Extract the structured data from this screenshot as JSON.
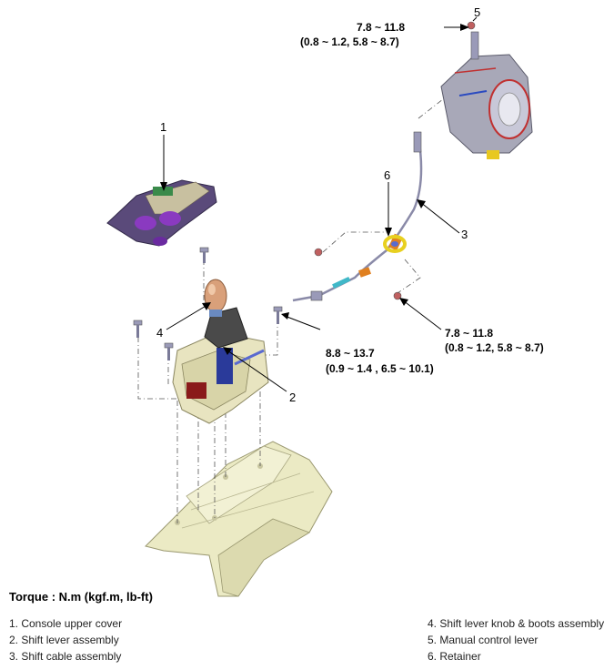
{
  "callouts": {
    "c1": "1",
    "c2": "2",
    "c3": "3",
    "c4": "4",
    "c5": "5",
    "c6": "6"
  },
  "torques": {
    "top": {
      "line1": "7.8 ~ 11.8",
      "line2": "(0.8 ~ 1.2, 5.8 ~ 8.7)"
    },
    "middle": {
      "line1": "8.8 ~ 13.7",
      "line2": "(0.9 ~ 1.4 , 6.5 ~ 10.1)"
    },
    "right": {
      "line1": "7.8 ~ 11.8",
      "line2": "(0.8 ~ 1.2, 5.8 ~ 8.7)"
    }
  },
  "torque_title": "Torque : N.m (kgf.m, lb-ft)",
  "legend": {
    "left": [
      "1. Console upper cover",
      "2. Shift lever assembly",
      "3. Shift cable assembly"
    ],
    "right": [
      "4. Shift lever knob & boots assembly",
      "5. Manual control lever",
      "6. Retainer"
    ]
  },
  "colors": {
    "part_body": "#e8e4c0",
    "part_edge": "#8a8660",
    "console": "#5a4a7a",
    "console_accent": "#8a3ac0",
    "knob": "#d9a07a",
    "boot": "#4a4a4a",
    "cable": "#8a8aa8",
    "cable_accent": "#e08020",
    "retainer": "#e8d020",
    "transmission": "#a8a8b8",
    "transmission_red": "#c03030"
  }
}
